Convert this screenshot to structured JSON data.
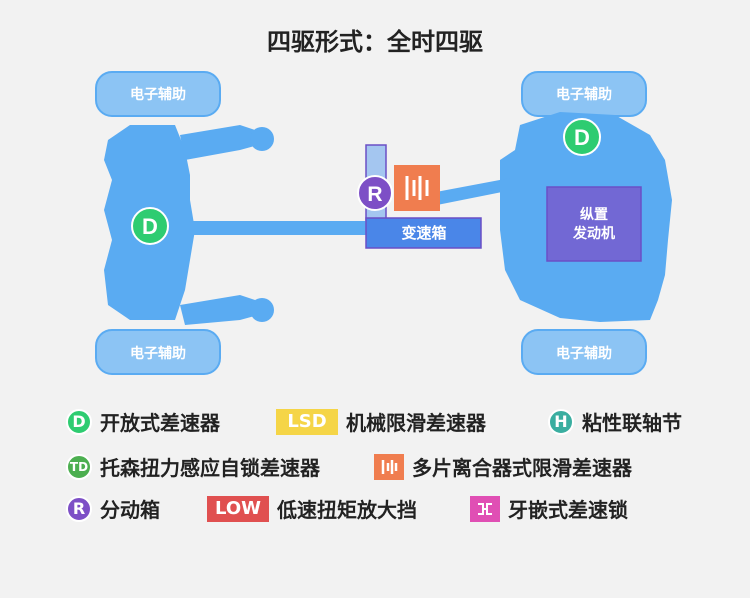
{
  "title": "四驱形式：全时四驱",
  "tires": {
    "front_left": "电子辅助",
    "rear_left": "电子辅助",
    "front_right": "电子辅助",
    "rear_right": "电子辅助"
  },
  "diagram": {
    "gearbox_label": "变速箱",
    "engine_label": "纵置\n发动机",
    "front_diff_letter": "D",
    "rear_diff_letter": "D",
    "transfer_letter": "R"
  },
  "legend": [
    {
      "id": "open-diff",
      "icon_text": "D",
      "icon_color": "#2ecc71",
      "label": "开放式差速器"
    },
    {
      "id": "lsd",
      "icon_text": "LSD",
      "icon_color": "#f5d547",
      "label": "机械限滑差速器"
    },
    {
      "id": "viscous",
      "icon_text": "H",
      "icon_color": "#3aaea0",
      "label": "粘性联轴节"
    },
    {
      "id": "torsen",
      "icon_text": "TD",
      "icon_color": "#4caf50",
      "label": "托森扭力感应自锁差速器"
    },
    {
      "id": "multi-plate",
      "icon_text": "",
      "icon_color": "#f07d4f",
      "label": "多片离合器式限滑差速器"
    },
    {
      "id": "transfer",
      "icon_text": "R",
      "icon_color": "#7d4fc6",
      "label": "分动箱"
    },
    {
      "id": "low",
      "icon_text": "LOW",
      "icon_color": "#e05050",
      "label": "低速扭矩放大挡"
    },
    {
      "id": "dog-clutch",
      "icon_text": "",
      "icon_color": "#e04fb4",
      "label": "牙嵌式差速锁"
    }
  ],
  "colors": {
    "chassis": "#5aabf2",
    "tire": "#8cc4f4",
    "accent_purple": "#6b4fc6"
  }
}
